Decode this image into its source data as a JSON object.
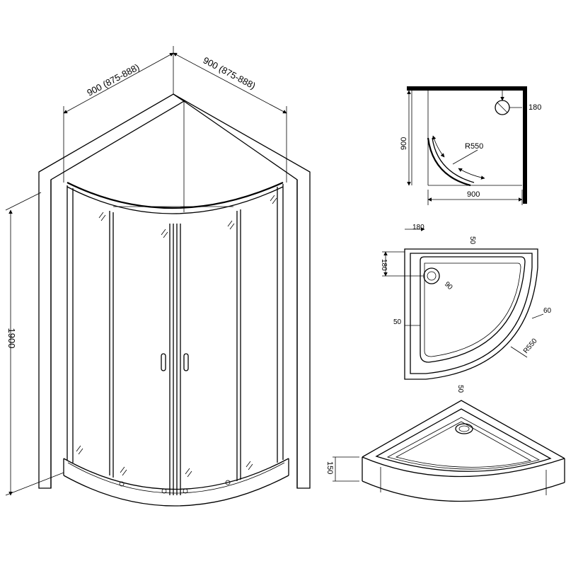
{
  "elevation": {
    "width_left": "900 (875-888)",
    "width_right": "900 (875-888)",
    "height": "1900"
  },
  "plan": {
    "width": "900",
    "depth": "900",
    "radius": "R550",
    "drain_offset": "180"
  },
  "tray": {
    "drain_x": "180",
    "drain_y": "180",
    "rim_top": "50",
    "rim_left": "50",
    "rim_bottom": "50",
    "side": "60",
    "radius": "R550",
    "drain_dia": "90",
    "height": "150"
  }
}
